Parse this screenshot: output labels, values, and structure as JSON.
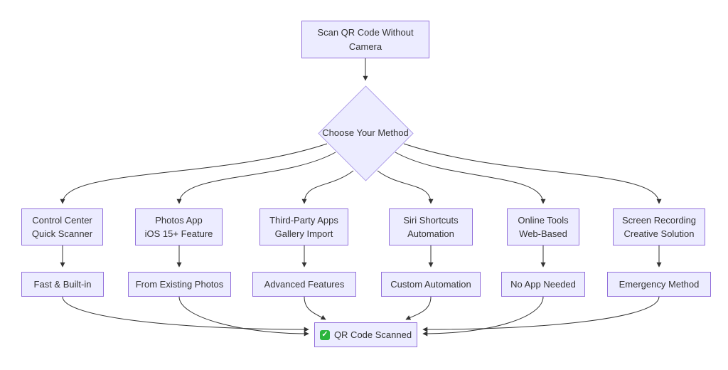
{
  "diagram": {
    "title_semantic": "scan-qr-without-camera-flowchart",
    "colors": {
      "background": "#ffffff",
      "node_fill": "#ECECFF",
      "node_border": "#9370DB",
      "edge": "#333333",
      "text": "#333333",
      "check_green": "#2BB53C",
      "check_mark_white": "#ffffff"
    },
    "start": {
      "line1": "Scan QR Code Without",
      "line2": "Camera"
    },
    "decision": {
      "label": "Choose Your Method"
    },
    "methods": [
      {
        "line1": "Control Center",
        "line2": "Quick Scanner",
        "benefit": "Fast & Built-in"
      },
      {
        "line1": "Photos App",
        "line2": "iOS 15+ Feature",
        "benefit": "From Existing Photos"
      },
      {
        "line1": "Third-Party Apps",
        "line2": "Gallery Import",
        "benefit": "Advanced Features"
      },
      {
        "line1": "Siri Shortcuts",
        "line2": "Automation",
        "benefit": "Custom Automation"
      },
      {
        "line1": "Online Tools",
        "line2": "Web-Based",
        "benefit": "No App Needed"
      },
      {
        "line1": "Screen Recording",
        "line2": "Creative Solution",
        "benefit": "Emergency Method"
      }
    ],
    "result": {
      "check_glyph": "✓",
      "label": "QR Code Scanned"
    }
  }
}
